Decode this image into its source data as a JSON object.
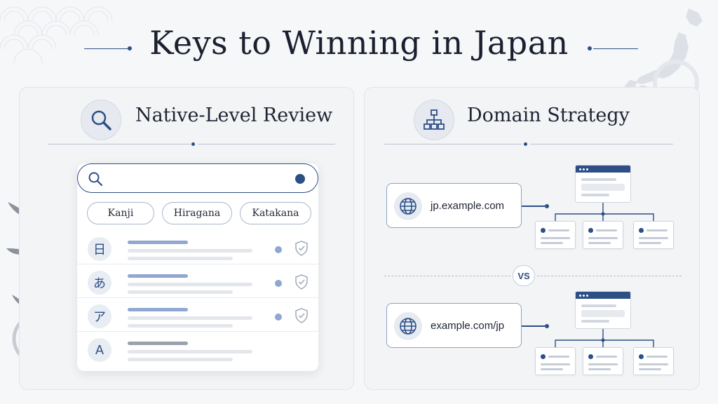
{
  "title": "Keys to Winning in Japan",
  "left_panel": {
    "heading": "Native-Level Review",
    "icon": "magnifier-icon",
    "chips": [
      "Kanji",
      "Hiragana",
      "Katakana"
    ],
    "scripts": [
      {
        "glyph": "日",
        "checked": true
      },
      {
        "glyph": "あ",
        "checked": true
      },
      {
        "glyph": "ア",
        "checked": true
      },
      {
        "glyph": "A",
        "checked": false
      }
    ]
  },
  "right_panel": {
    "heading": "Domain Strategy",
    "icon": "sitemap-icon",
    "options": [
      {
        "domain": "jp.example.com",
        "icon": "globe-icon"
      },
      {
        "domain": "example.com/jp",
        "icon": "globe-icon"
      }
    ],
    "separator": "VS"
  },
  "colors": {
    "accent": "#2d4f86",
    "background": "#f6f7f9",
    "panel": "#f3f4f6",
    "muted_bar": "#8fa7d1"
  }
}
